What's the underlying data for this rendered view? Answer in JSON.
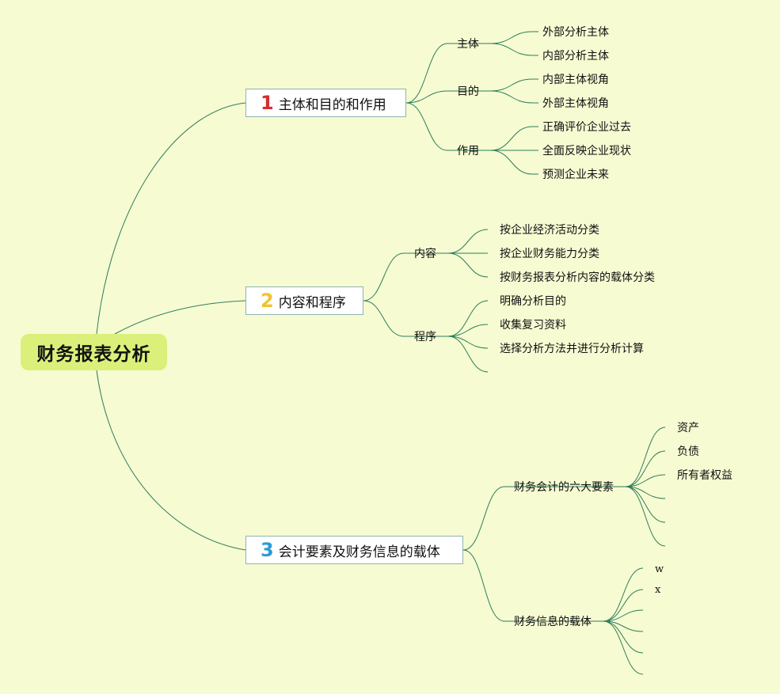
{
  "root": {
    "title": "财务报表分析"
  },
  "branches": [
    {
      "number": "1",
      "number_color": "#d32f2f",
      "label": "主体和目的和作用",
      "children": [
        {
          "label": "主体",
          "children": [
            "外部分析主体",
            "内部分析主体"
          ]
        },
        {
          "label": "目的",
          "children": [
            "内部主体视角",
            "外部主体视角"
          ]
        },
        {
          "label": "作用",
          "children": [
            "正确评价企业过去",
            "全面反映企业现状",
            "预测企业未来"
          ]
        }
      ]
    },
    {
      "number": "2",
      "number_color": "#f2c230",
      "label": "内容和程序",
      "children": [
        {
          "label": "内容",
          "children": [
            "按企业经济活动分类",
            "按企业财务能力分类",
            "按财务报表分析内容的载体分类"
          ]
        },
        {
          "label": "程序",
          "children": [
            "明确分析目的",
            "收集复习资料",
            "选择分析方法并进行分析计算",
            ""
          ]
        }
      ]
    },
    {
      "number": "3",
      "number_color": "#2a9bd6",
      "label": "会计要素及财务信息的载体",
      "children": [
        {
          "label": "财务会计的六大要素",
          "children": [
            "资产",
            "负债",
            "所有者权益",
            "",
            "",
            ""
          ]
        },
        {
          "label": "财务信息的载体",
          "children": [
            "w",
            "x",
            "",
            "",
            "",
            ""
          ]
        }
      ]
    }
  ],
  "colors": {
    "background": "#f6fbd2",
    "root_fill": "#dbf07a",
    "line": "#2e7d5b"
  }
}
